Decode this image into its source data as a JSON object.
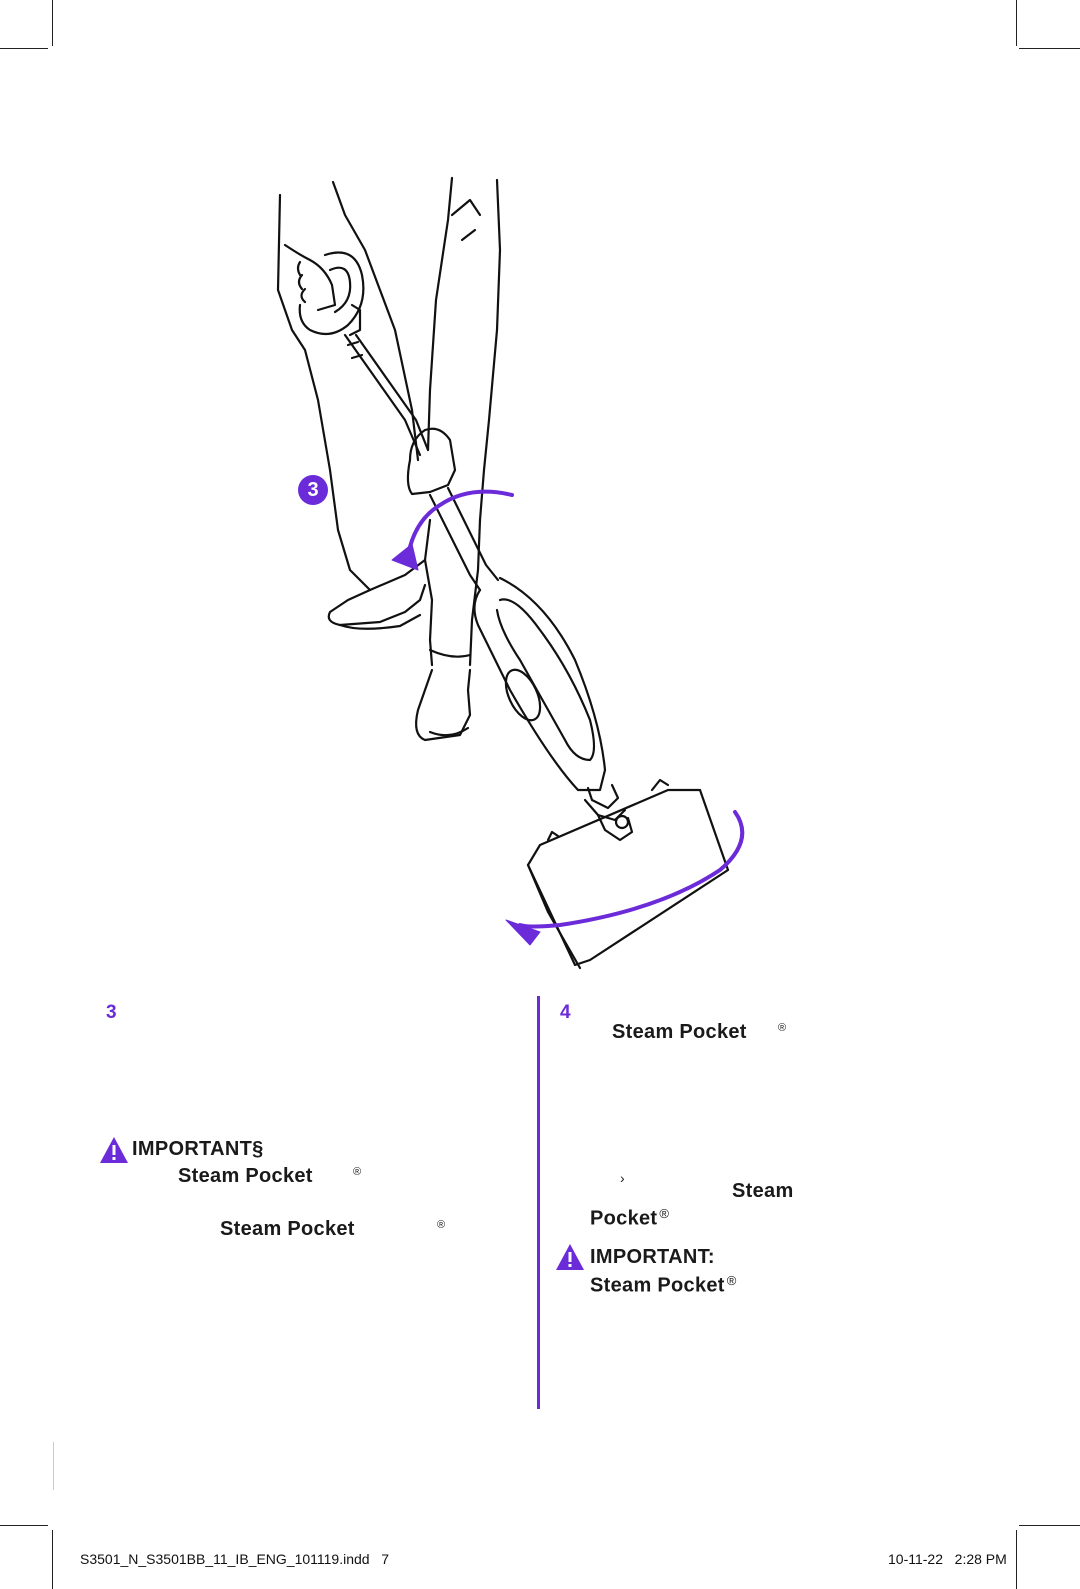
{
  "illustration": {
    "step_badge": "3",
    "accent_color": "#6b2bd9",
    "icons": [
      "person-with-steam-mop-illustration",
      "rotate-arrow-icon",
      "rotate-arrow-icon"
    ]
  },
  "left_column": {
    "step_number": "3",
    "important_label": "IMPORTANT§",
    "product_name_1": "Steam Pocket",
    "registered_1": "®",
    "product_name_2": "Steam Pocket",
    "registered_2": "®"
  },
  "right_column": {
    "step_number": "4",
    "product_name_1": "Steam Pocket",
    "registered_1": "®",
    "bullet_char": "›",
    "product_name_2a": "Steam",
    "product_name_2b": "Pocket",
    "registered_2": "®",
    "important_label": "IMPORTANT:",
    "product_name_3": "Steam Pocket",
    "registered_3": "®"
  },
  "footer": {
    "filename": "S3501_N_S3501BB_11_IB_ENG_101119.indd   7",
    "timestamp": "10-11-22   2:28 PM"
  }
}
